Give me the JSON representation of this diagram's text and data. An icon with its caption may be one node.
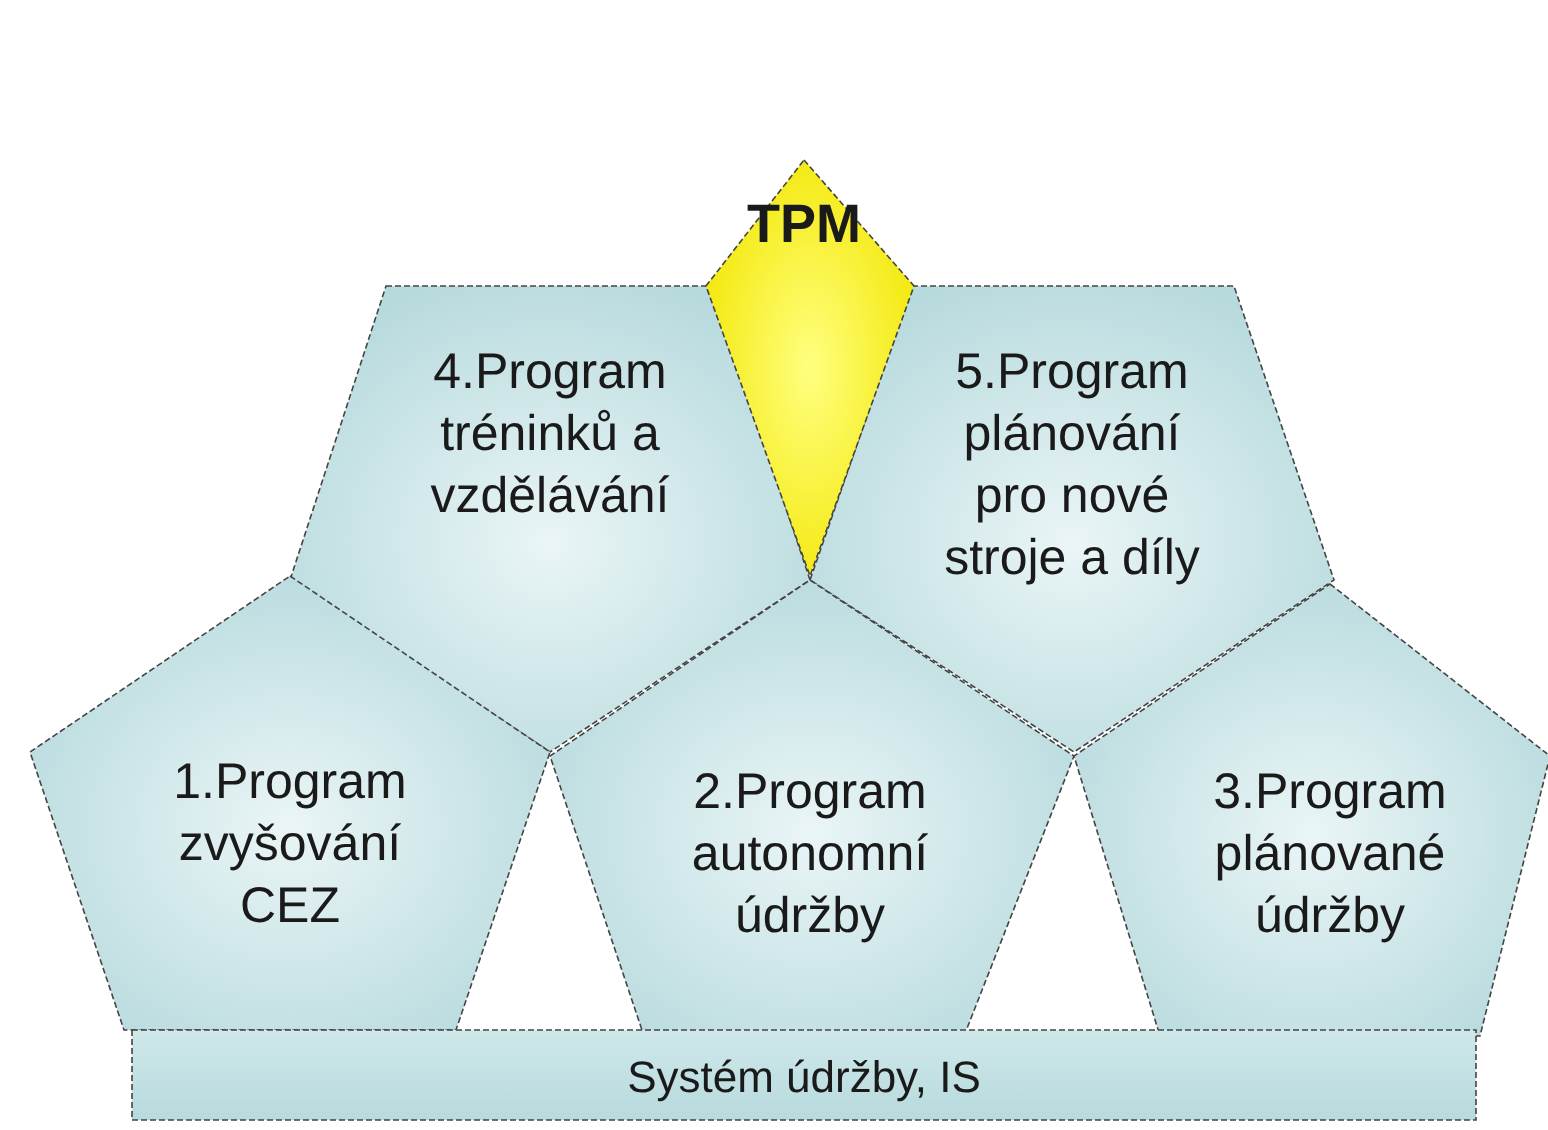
{
  "diagram": {
    "nodes": [
      {
        "text": [
          "TPM"
        ]
      },
      {
        "text": [
          "4.Program tréninků a vzdělávání"
        ]
      },
      {
        "text": [
          "5.Program plánování pro nové stroje a díly"
        ]
      },
      {
        "text": [
          "1.Program zvyšování CEZ"
        ]
      },
      {
        "text": [
          "2.Program autonomní údržby"
        ]
      },
      {
        "text": [
          "3.Program plánované údržby"
        ]
      },
      {
        "text": [
          "Systém údržby, IS"
        ]
      }
    ]
  }
}
